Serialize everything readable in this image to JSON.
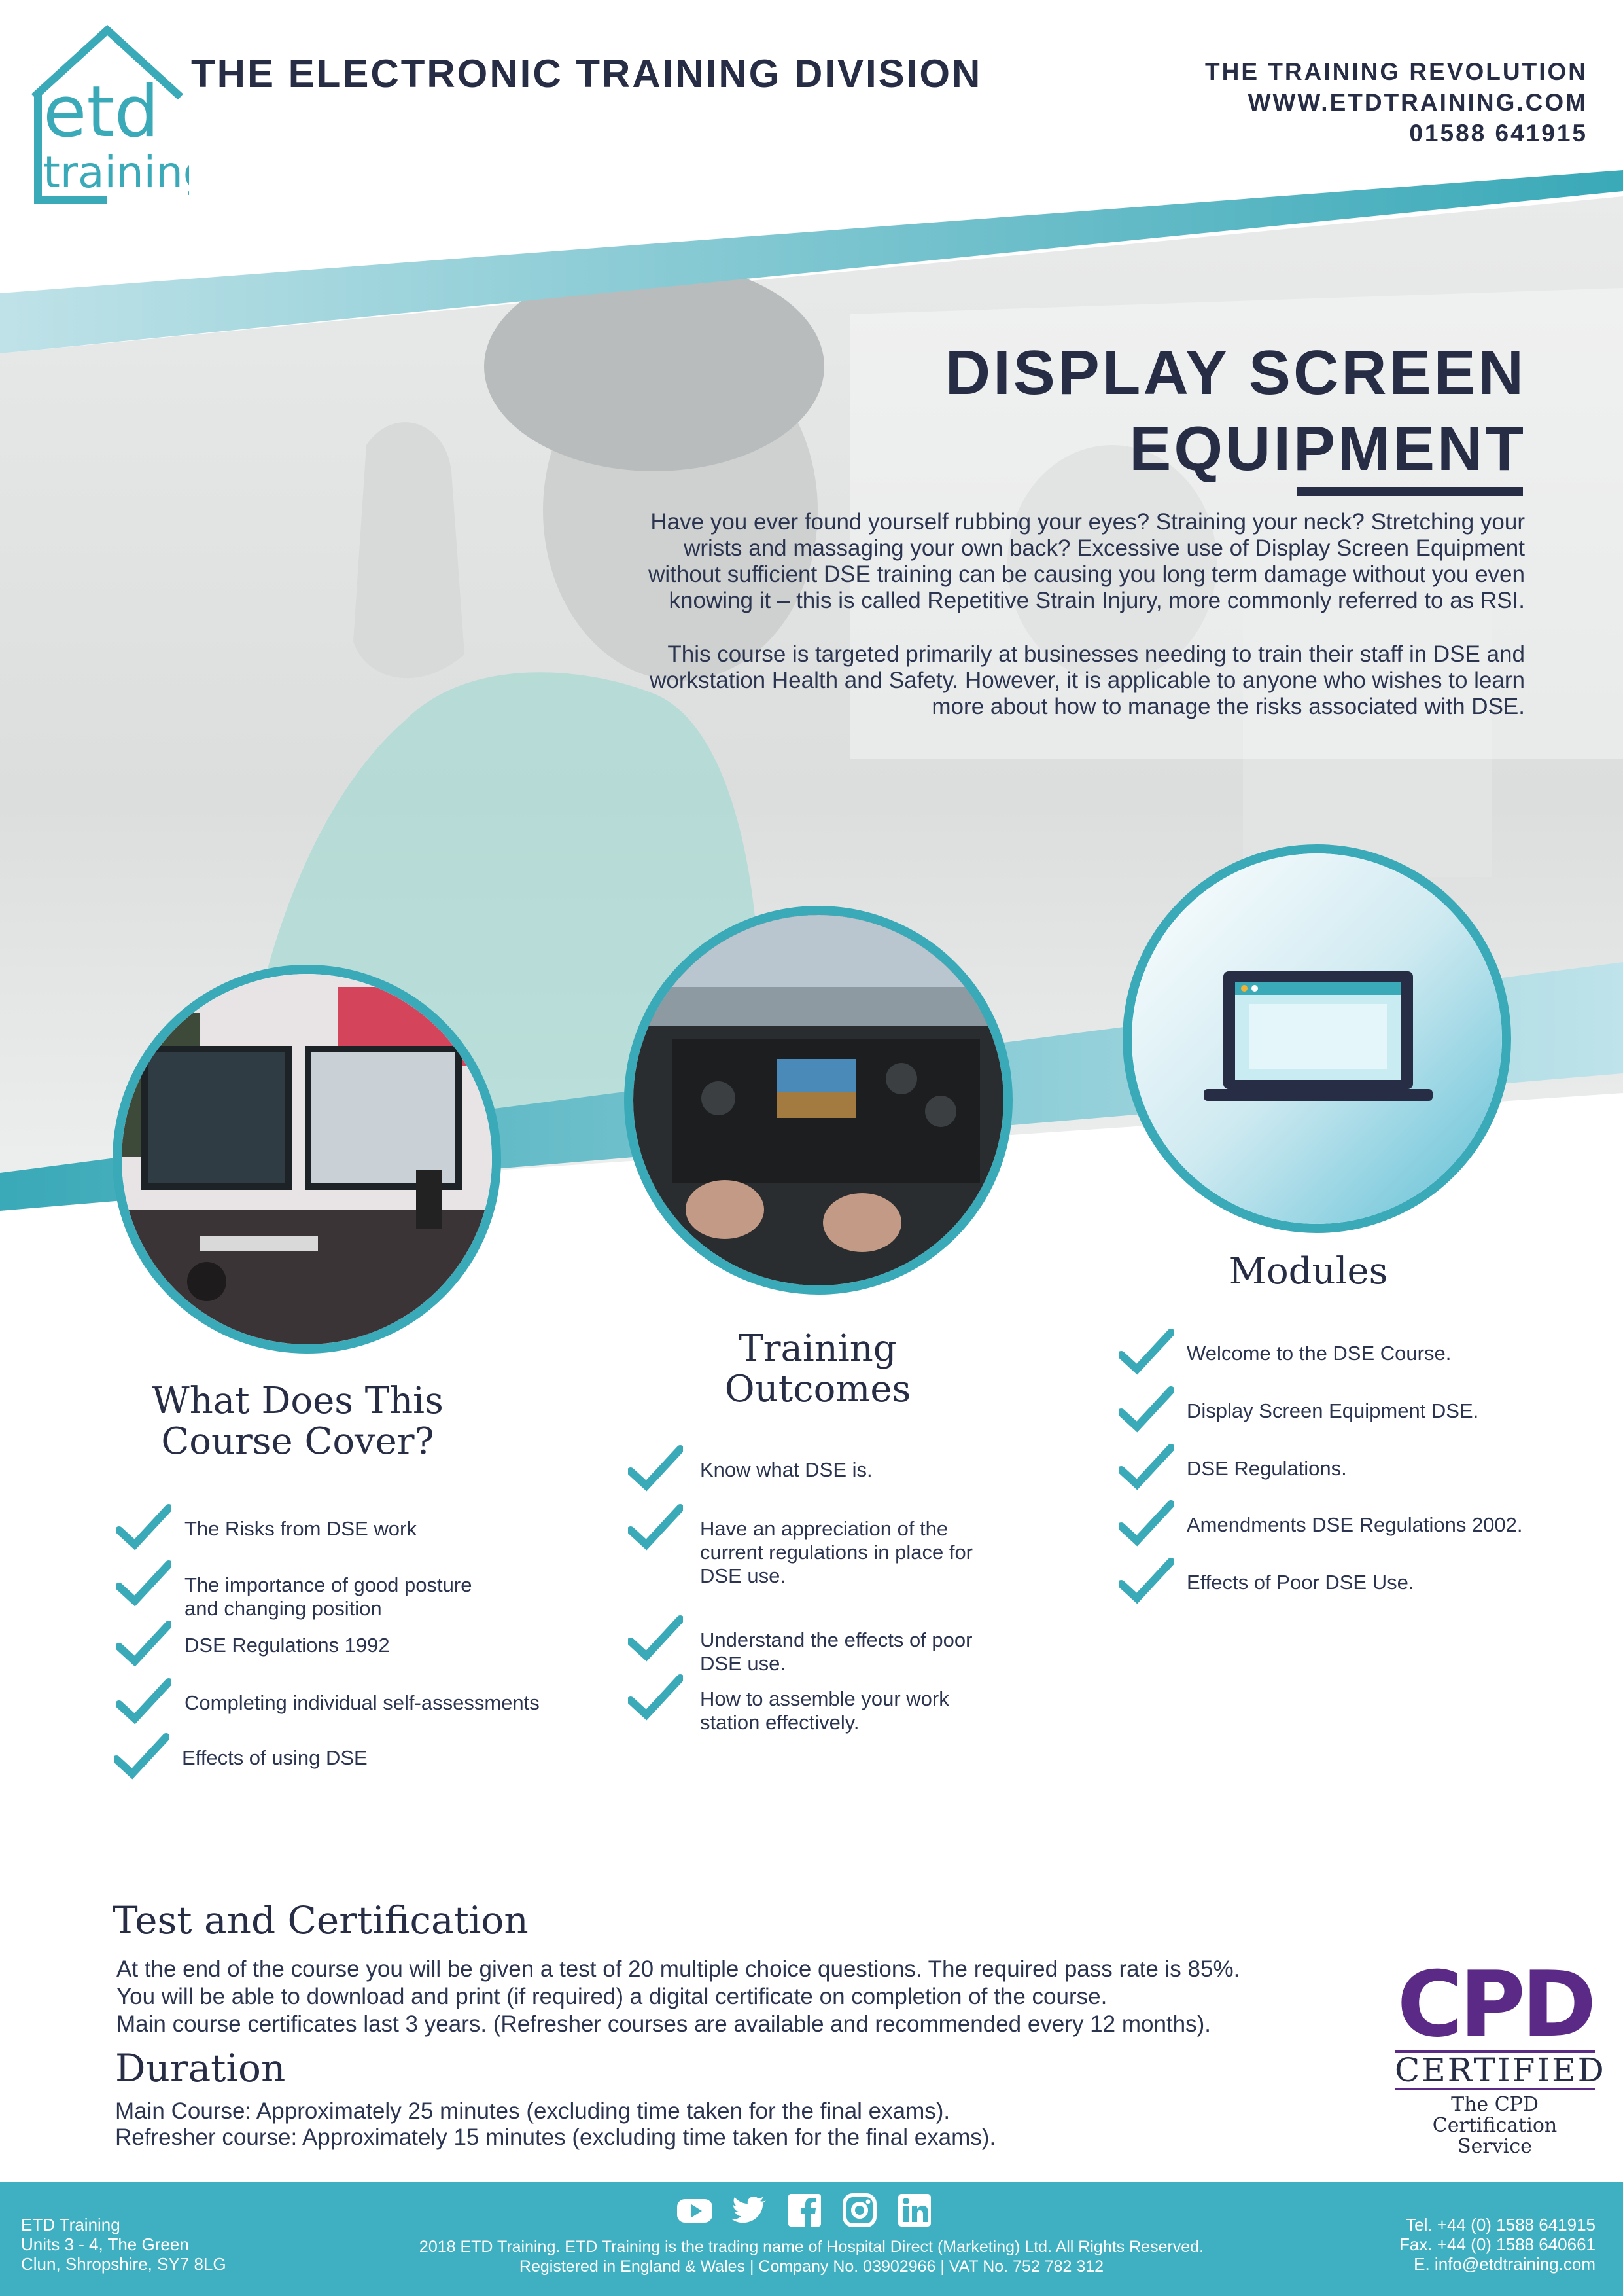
{
  "header": {
    "division_title": "THE ELECTRONIC TRAINING DIVISION",
    "tagline": "THE TRAINING REVOLUTION",
    "website": "WWW.ETDTRAINING.COM",
    "phone": "01588 641915",
    "logo_text_top": "etd",
    "logo_text_bottom": "training"
  },
  "hero": {
    "title_line1": "DISPLAY SCREEN",
    "title_line2": "EQUIPMENT",
    "paragraph1": "Have you ever found yourself rubbing your eyes? Straining your neck? Stretching your wrists and massaging your own back? Excessive use of Display Screen Equipment without sufficient DSE training can be causing you long term damage without you even knowing it – this is called Repetitive Strain Injury, more commonly referred to as RSI.",
    "paragraph2": "This course is targeted primarily at businesses needing to train their staff in DSE and workstation Health and Safety. However, it is applicable to anyone who wishes to learn more about how to manage the risks associated with DSE."
  },
  "columns": {
    "cover": {
      "heading_line1": "What Does This",
      "heading_line2": "Course Cover?",
      "items": [
        {
          "label": "The Risks from DSE work"
        },
        {
          "label": "The importance of good posture and changing position"
        },
        {
          "label": "DSE Regulations 1992"
        },
        {
          "label": "Completing individual self-assessments"
        },
        {
          "label": "Effects of using DSE"
        }
      ]
    },
    "outcomes": {
      "heading_line1": "Training",
      "heading_line2": "Outcomes",
      "items": [
        {
          "label": "Know what DSE is."
        },
        {
          "label": "Have an appreciation of the current regulations in place for DSE use."
        },
        {
          "label": "Understand the effects of poor DSE use."
        },
        {
          "label": "How to assemble your work station effectively."
        }
      ]
    },
    "modules": {
      "heading": "Modules",
      "items": [
        {
          "label": "Welcome to the DSE Course."
        },
        {
          "label": "Display Screen Equipment DSE."
        },
        {
          "label": "DSE Regulations."
        },
        {
          "label": "Amendments DSE Regulations 2002."
        },
        {
          "label": "Effects of Poor DSE Use."
        }
      ]
    }
  },
  "test": {
    "heading": "Test and Certification",
    "line1": "At the end of the course you will be given a test of 20 multiple choice questions. The required pass rate is 85%.",
    "line2": "You will be able to download and print (if required) a digital certificate on completion of the course.",
    "line3": "Main course certificates last 3 years. (Refresher courses are available and recommended every 12 months)."
  },
  "duration": {
    "heading": "Duration",
    "line1": "Main Course: Approximately 25 minutes (excluding time taken for the final exams).",
    "line2": "Refresher course: Approximately 15 minutes (excluding time taken for the final exams)."
  },
  "cpd": {
    "mark": "CPD",
    "certified": "CERTIFIED",
    "service_line1": "The CPD Certification",
    "service_line2": "Service"
  },
  "footer": {
    "company": "ETD Training",
    "address1": "Units 3 - 4, The Green",
    "address2": "Clun, Shropshire, SY7 8LG",
    "legal1": "2018 ETD Training. ETD Training is the trading name of Hospital Direct (Marketing) Ltd. All Rights Reserved.",
    "legal2": "Registered in England & Wales | Company No. 03902966 | VAT No. 752 782 312",
    "tel": "Tel. +44 (0) 1588 641915",
    "fax": "Fax. +44 (0) 1588 640661",
    "email": "E. info@etdtraining.com",
    "social_icons": [
      "youtube-icon",
      "twitter-icon",
      "facebook-icon",
      "instagram-icon",
      "linkedin-icon"
    ]
  },
  "colors": {
    "accent": "#3aa9b8",
    "navy": "#262d45",
    "cpd_purple": "#5b2a86"
  }
}
